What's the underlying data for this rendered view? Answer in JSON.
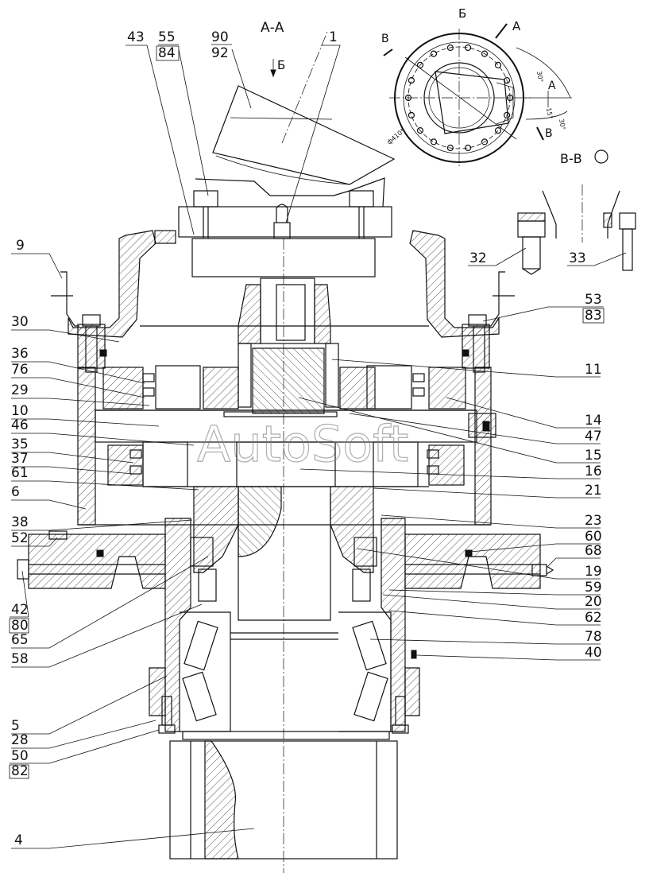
{
  "section_label": "А-А",
  "view_b_arrow": "Б",
  "view_b_title": "Б",
  "view_b_marks": [
    "А",
    "А",
    "В",
    "В"
  ],
  "view_b_angles": [
    "30°",
    "15°",
    "30°"
  ],
  "view_b_dia": "ф410*",
  "section_vv": "В-В",
  "watermark": "AutoSoft",
  "left_labels": [
    {
      "id": "l43",
      "text": "43"
    },
    {
      "id": "l55",
      "text": "55"
    },
    {
      "id": "l84",
      "text": "84"
    },
    {
      "id": "l90",
      "text": "90"
    },
    {
      "id": "l92",
      "text": "92"
    },
    {
      "id": "l1",
      "text": "1"
    },
    {
      "id": "l9",
      "text": "9"
    },
    {
      "id": "l30",
      "text": "30"
    },
    {
      "id": "l36",
      "text": "36"
    },
    {
      "id": "l76",
      "text": "76"
    },
    {
      "id": "l29",
      "text": "29"
    },
    {
      "id": "l10",
      "text": "10"
    },
    {
      "id": "l46",
      "text": "46"
    },
    {
      "id": "l35",
      "text": "35"
    },
    {
      "id": "l37",
      "text": "37"
    },
    {
      "id": "l61",
      "text": "61"
    },
    {
      "id": "l6",
      "text": "6"
    },
    {
      "id": "l38",
      "text": "38"
    },
    {
      "id": "l52",
      "text": "52"
    },
    {
      "id": "l42",
      "text": "42"
    },
    {
      "id": "l80",
      "text": "80"
    },
    {
      "id": "l65",
      "text": "65"
    },
    {
      "id": "l58",
      "text": "58"
    },
    {
      "id": "l5",
      "text": "5"
    },
    {
      "id": "l28",
      "text": "28"
    },
    {
      "id": "l50",
      "text": "50"
    },
    {
      "id": "l82",
      "text": "82"
    },
    {
      "id": "l4",
      "text": "4"
    }
  ],
  "right_labels": [
    {
      "id": "r53",
      "text": "53"
    },
    {
      "id": "r83",
      "text": "83"
    },
    {
      "id": "r11",
      "text": "11"
    },
    {
      "id": "r14",
      "text": "14"
    },
    {
      "id": "r47",
      "text": "47"
    },
    {
      "id": "r15",
      "text": "15"
    },
    {
      "id": "r16",
      "text": "16"
    },
    {
      "id": "r21",
      "text": "21"
    },
    {
      "id": "r23",
      "text": "23"
    },
    {
      "id": "r60",
      "text": "60"
    },
    {
      "id": "r68",
      "text": "68"
    },
    {
      "id": "r19",
      "text": "19"
    },
    {
      "id": "r59",
      "text": "59"
    },
    {
      "id": "r20",
      "text": "20"
    },
    {
      "id": "r62",
      "text": "62"
    },
    {
      "id": "r78",
      "text": "78"
    },
    {
      "id": "r40",
      "text": "40"
    },
    {
      "id": "r32",
      "text": "32"
    },
    {
      "id": "r33",
      "text": "33"
    }
  ]
}
